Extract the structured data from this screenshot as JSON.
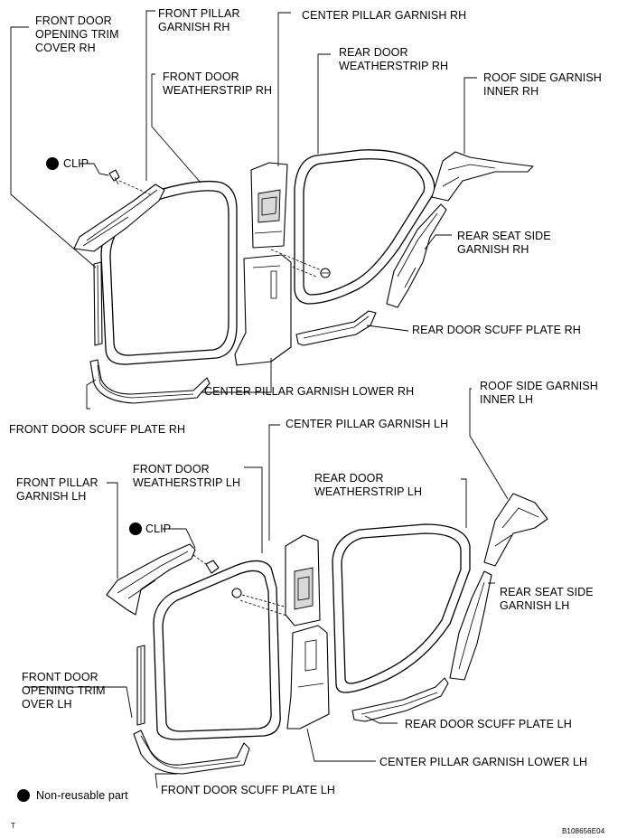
{
  "labels": {
    "front_door_opening_trim_cover_rh": "FRONT DOOR\nOPENING TRIM\nCOVER RH",
    "front_pillar_garnish_rh": "FRONT PILLAR\nGARNISH RH",
    "center_pillar_garnish_rh": "CENTER PILLAR GARNISH RH",
    "rear_door_weatherstrip_rh": "REAR DOOR\nWEATHERSTRIP RH",
    "front_door_weatherstrip_rh": "FRONT DOOR\nWEATHERSTRIP RH",
    "roof_side_garnish_inner_rh": "ROOF SIDE GARNISH\nINNER RH",
    "clip_top": "CLIP",
    "rear_seat_side_garnish_rh": "REAR SEAT SIDE\nGARNISH RH",
    "rear_door_scuff_plate_rh": "REAR DOOR SCUFF PLATE RH",
    "center_pillar_garnish_lower_rh": "CENTER PILLAR GARNISH LOWER RH",
    "front_door_scuff_plate_rh": "FRONT DOOR SCUFF PLATE RH",
    "roof_side_garnish_inner_lh": "ROOF SIDE GARNISH\nINNER LH",
    "center_pillar_garnish_lh": "CENTER PILLAR GARNISH LH",
    "front_pillar_garnish_lh": "FRONT PILLAR\nGARNISH LH",
    "front_door_weatherstrip_lh": "FRONT DOOR\nWEATHERSTRIP LH",
    "rear_door_weatherstrip_lh": "REAR DOOR\nWEATHERSTRIP LH",
    "clip_bottom": "CLIP",
    "rear_seat_side_garnish_lh": "REAR SEAT SIDE\nGARNISH LH",
    "front_door_opening_trim_over_lh": "FRONT DOOR\nOPENING TRIM\nOVER LH",
    "rear_door_scuff_plate_lh": "REAR DOOR SCUFF PLATE LH",
    "center_pillar_garnish_lower_lh": "CENTER PILLAR GARNISH LOWER LH",
    "front_door_scuff_plate_lh": "FRONT DOOR SCUFF PLATE LH",
    "legend_non_reusable": "Non-reusable part",
    "corner_mark": "T",
    "figure_id": "B108656E04"
  }
}
